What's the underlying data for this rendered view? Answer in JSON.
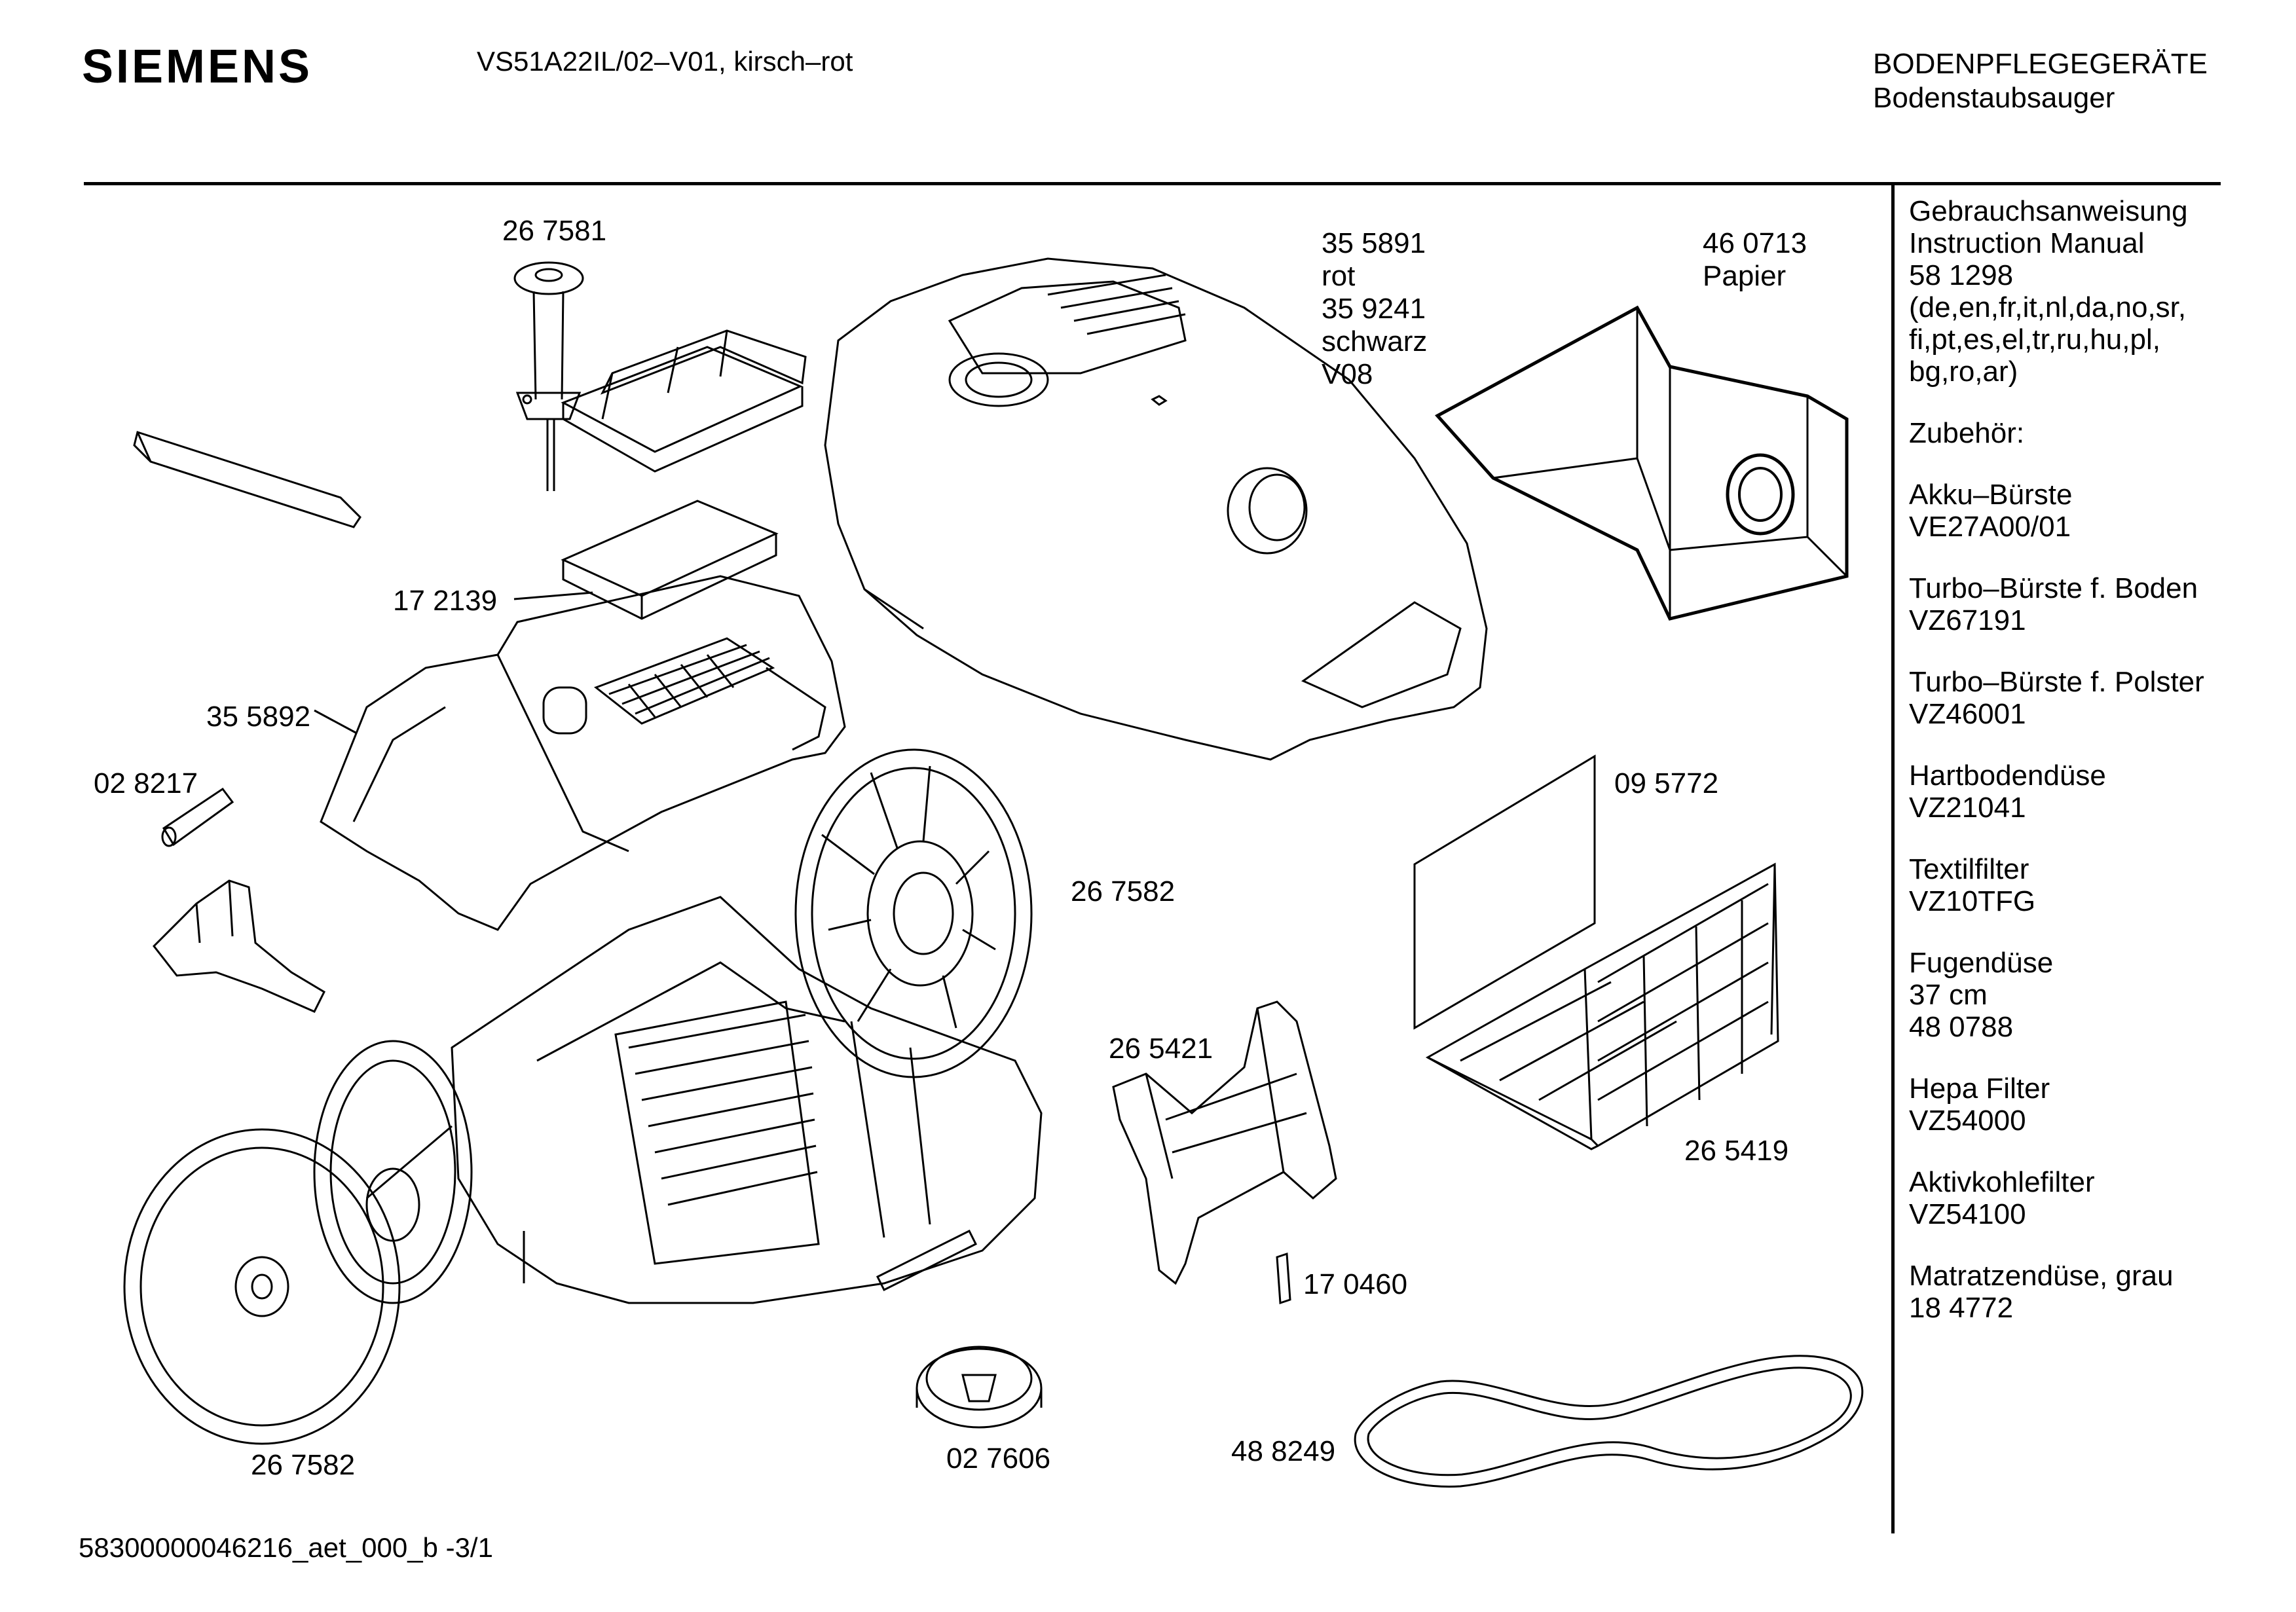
{
  "header": {
    "brand": "SIEMENS",
    "model": "VS51A22IL/02–V01, kirsch–rot",
    "category": "BODENPFLEGEGERÄTE",
    "subcategory": "Bodenstaubsauger"
  },
  "footer": {
    "doc_id": "58300000046216_aet_000_b  -3/1"
  },
  "part_labels": [
    {
      "id": "p-267581",
      "lines": [
        "26 7581"
      ]
    },
    {
      "id": "p-355891",
      "lines": [
        "35 5891",
        "rot",
        "35 9241",
        "schwarz",
        "V08"
      ]
    },
    {
      "id": "p-460713",
      "lines": [
        "46 0713",
        "Papier"
      ]
    },
    {
      "id": "p-172139",
      "lines": [
        "17 2139"
      ]
    },
    {
      "id": "p-355892",
      "lines": [
        "35 5892"
      ]
    },
    {
      "id": "p-028217",
      "lines": [
        "02 8217"
      ]
    },
    {
      "id": "p-095772",
      "lines": [
        "09 5772"
      ]
    },
    {
      "id": "p-267582a",
      "lines": [
        "26 7582"
      ]
    },
    {
      "id": "p-265421",
      "lines": [
        "26 5421"
      ]
    },
    {
      "id": "p-265419",
      "lines": [
        "26 5419"
      ]
    },
    {
      "id": "p-170460",
      "lines": [
        "17 0460"
      ]
    },
    {
      "id": "p-488249",
      "lines": [
        "48 8249"
      ]
    },
    {
      "id": "p-267582b",
      "lines": [
        "26 7582"
      ]
    },
    {
      "id": "p-027606",
      "lines": [
        "02 7606"
      ]
    }
  ],
  "accessories": [
    {
      "lines": [
        "Gebrauchsanweisung",
        "Instruction Manual",
        "58 1298",
        "(de,en,fr,it,nl,da,no,sr,",
        "fi,pt,es,el,tr,ru,hu,pl,",
        "bg,ro,ar)"
      ]
    },
    {
      "lines": [
        "Zubehör:"
      ]
    },
    {
      "lines": [
        "Akku–Bürste",
        "VE27A00/01"
      ]
    },
    {
      "lines": [
        "Turbo–Bürste f. Boden",
        "VZ67191"
      ]
    },
    {
      "lines": [
        "Turbo–Bürste f. Polster",
        "VZ46001"
      ]
    },
    {
      "lines": [
        "Hartbodendüse",
        "VZ21041"
      ]
    },
    {
      "lines": [
        "Textilfilter",
        "VZ10TFG"
      ]
    },
    {
      "lines": [
        "Fugendüse",
        "37 cm",
        "48 0788"
      ]
    },
    {
      "lines": [
        "Hepa Filter",
        "VZ54000"
      ]
    },
    {
      "lines": [
        "Aktivkohlefilter",
        "VZ54100"
      ]
    },
    {
      "lines": [
        "Matratzendüse, grau",
        "18 4772"
      ]
    }
  ]
}
